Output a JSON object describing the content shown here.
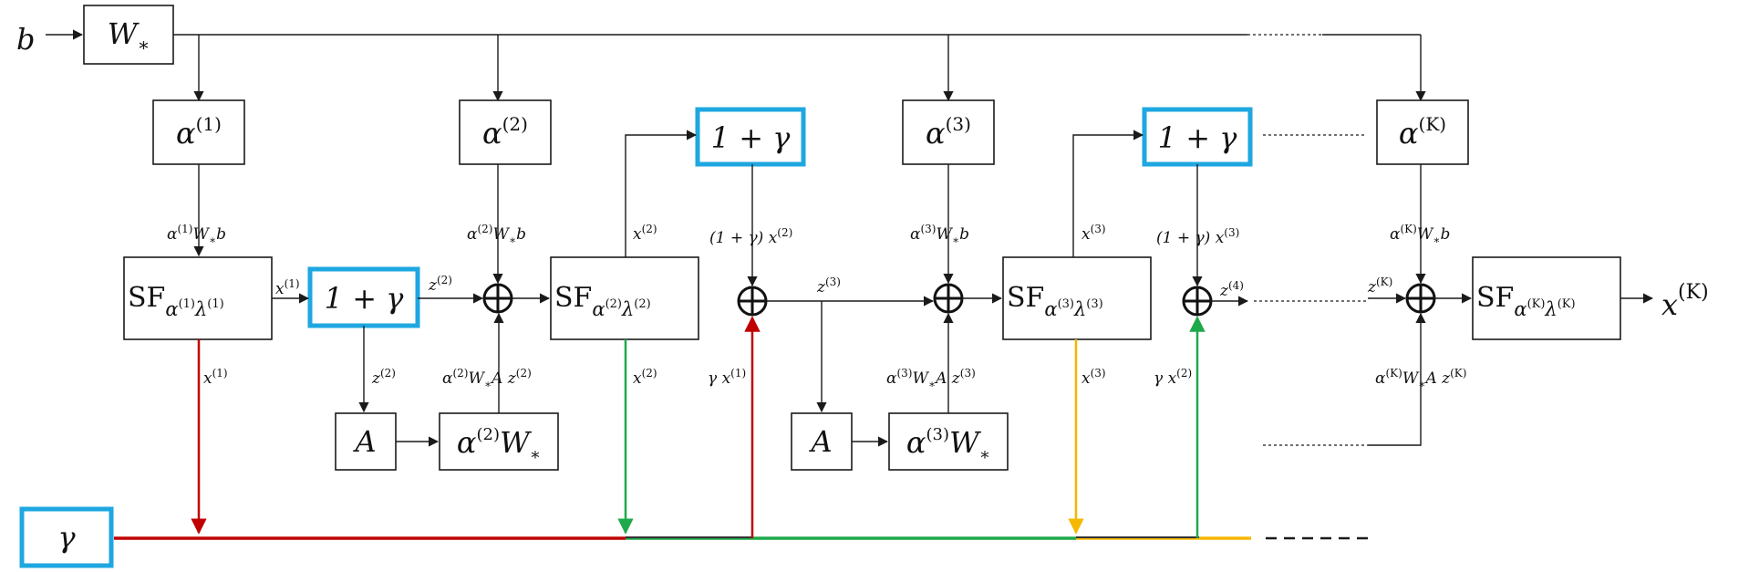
{
  "inputs": {
    "b": "b",
    "W": "W*",
    "gamma": "γ",
    "output": "x(K)"
  },
  "alpha_boxes": [
    "α(1)",
    "α(2)",
    "α(3)",
    "α(K)"
  ],
  "gamma_boxes": [
    "1 + γ",
    "1 + γ",
    "1 + γ"
  ],
  "sf_boxes": [
    {
      "prefix": "SF",
      "sub": "α(1)λ(1)"
    },
    {
      "prefix": "SF",
      "sub": "α(2)λ(2)"
    },
    {
      "prefix": "SF",
      "sub": "α(3)λ(3)"
    },
    {
      "prefix": "SF",
      "sub": "α(K)λ(K)"
    }
  ],
  "A_boxes": [
    "A",
    "A"
  ],
  "alphaW_boxes": [
    "α(2)W*",
    "α(3)W*"
  ],
  "edge_labels": {
    "a1Wb": "α(1)W*b",
    "a2Wb": "α(2)W*b",
    "a3Wb": "α(3)W*b",
    "aKWb": "α(K)W*b",
    "x1_top": "x(1)",
    "x1_down": "x(1)",
    "z2_right": "z(2)",
    "z2_down": "z(2)",
    "a2WAz2": "α(2)W*A z(2)",
    "x2_up": "x(2)",
    "x2_down": "x(2)",
    "g_x2": "(1 + γ) x(2)",
    "gx1": "γ x(1)",
    "z3": "z(3)",
    "a3WAz3": "α(3)W*A z(3)",
    "x3_up": "x(3)",
    "x3_down": "x(3)",
    "g_x3": "(1 + γ) x(3)",
    "gx2": "γ x(2)",
    "z4": "z(4)",
    "zK": "z(K)",
    "aKWAzK": "α(K)W*A z(K)"
  },
  "colors": {
    "gamma_box": "#1ea7e0",
    "red_line": "#c00000",
    "green_line": "#1ea94a",
    "yellow_line": "#f5b800",
    "wire": "#1a1a1a"
  }
}
